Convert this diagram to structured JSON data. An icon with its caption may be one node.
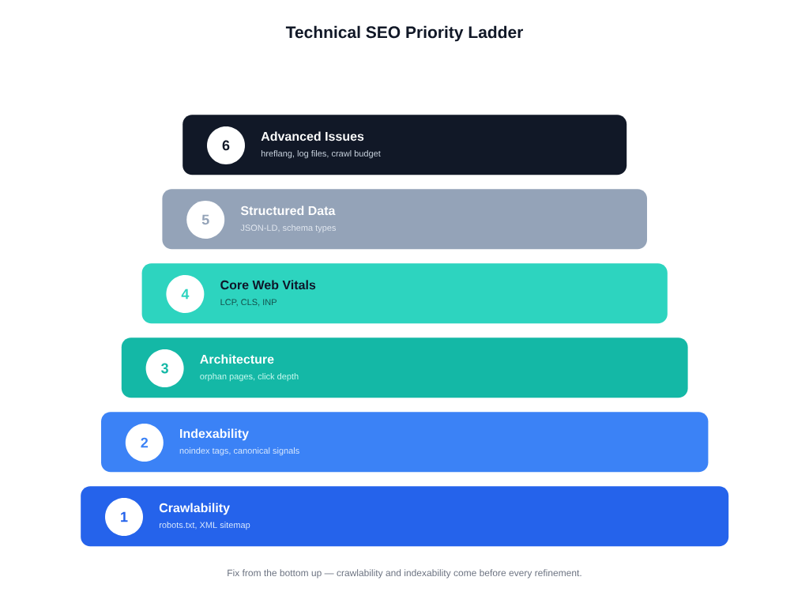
{
  "diagram": {
    "title": "Technical SEO Priority Ladder",
    "caption": "Fix from the bottom up — crawlability and indexability come before every refinement.",
    "nodes": [
      {
        "text": [
          "Advanced Issues",
          "hreflang, log files, crawl budget"
        ]
      },
      {
        "text": [
          "6"
        ],
        "in": 0
      },
      {
        "text": [
          "Structured Data",
          "JSON-LD, schema types"
        ]
      },
      {
        "text": [
          "5"
        ],
        "in": 2
      },
      {
        "text": [
          "Core Web Vitals",
          "LCP, CLS, INP"
        ]
      },
      {
        "text": [
          "4"
        ],
        "in": 4
      },
      {
        "text": [
          "Architecture",
          "orphan pages, click depth"
        ]
      },
      {
        "text": [
          "3"
        ],
        "in": 6
      },
      {
        "text": [
          "Indexability",
          "noindex tags, canonical signals"
        ]
      },
      {
        "text": [
          "2"
        ],
        "in": 8
      },
      {
        "text": [
          "Crawlability",
          "robots.txt, XML sitemap"
        ]
      },
      {
        "text": [
          "1"
        ],
        "in": 10
      }
    ]
  }
}
